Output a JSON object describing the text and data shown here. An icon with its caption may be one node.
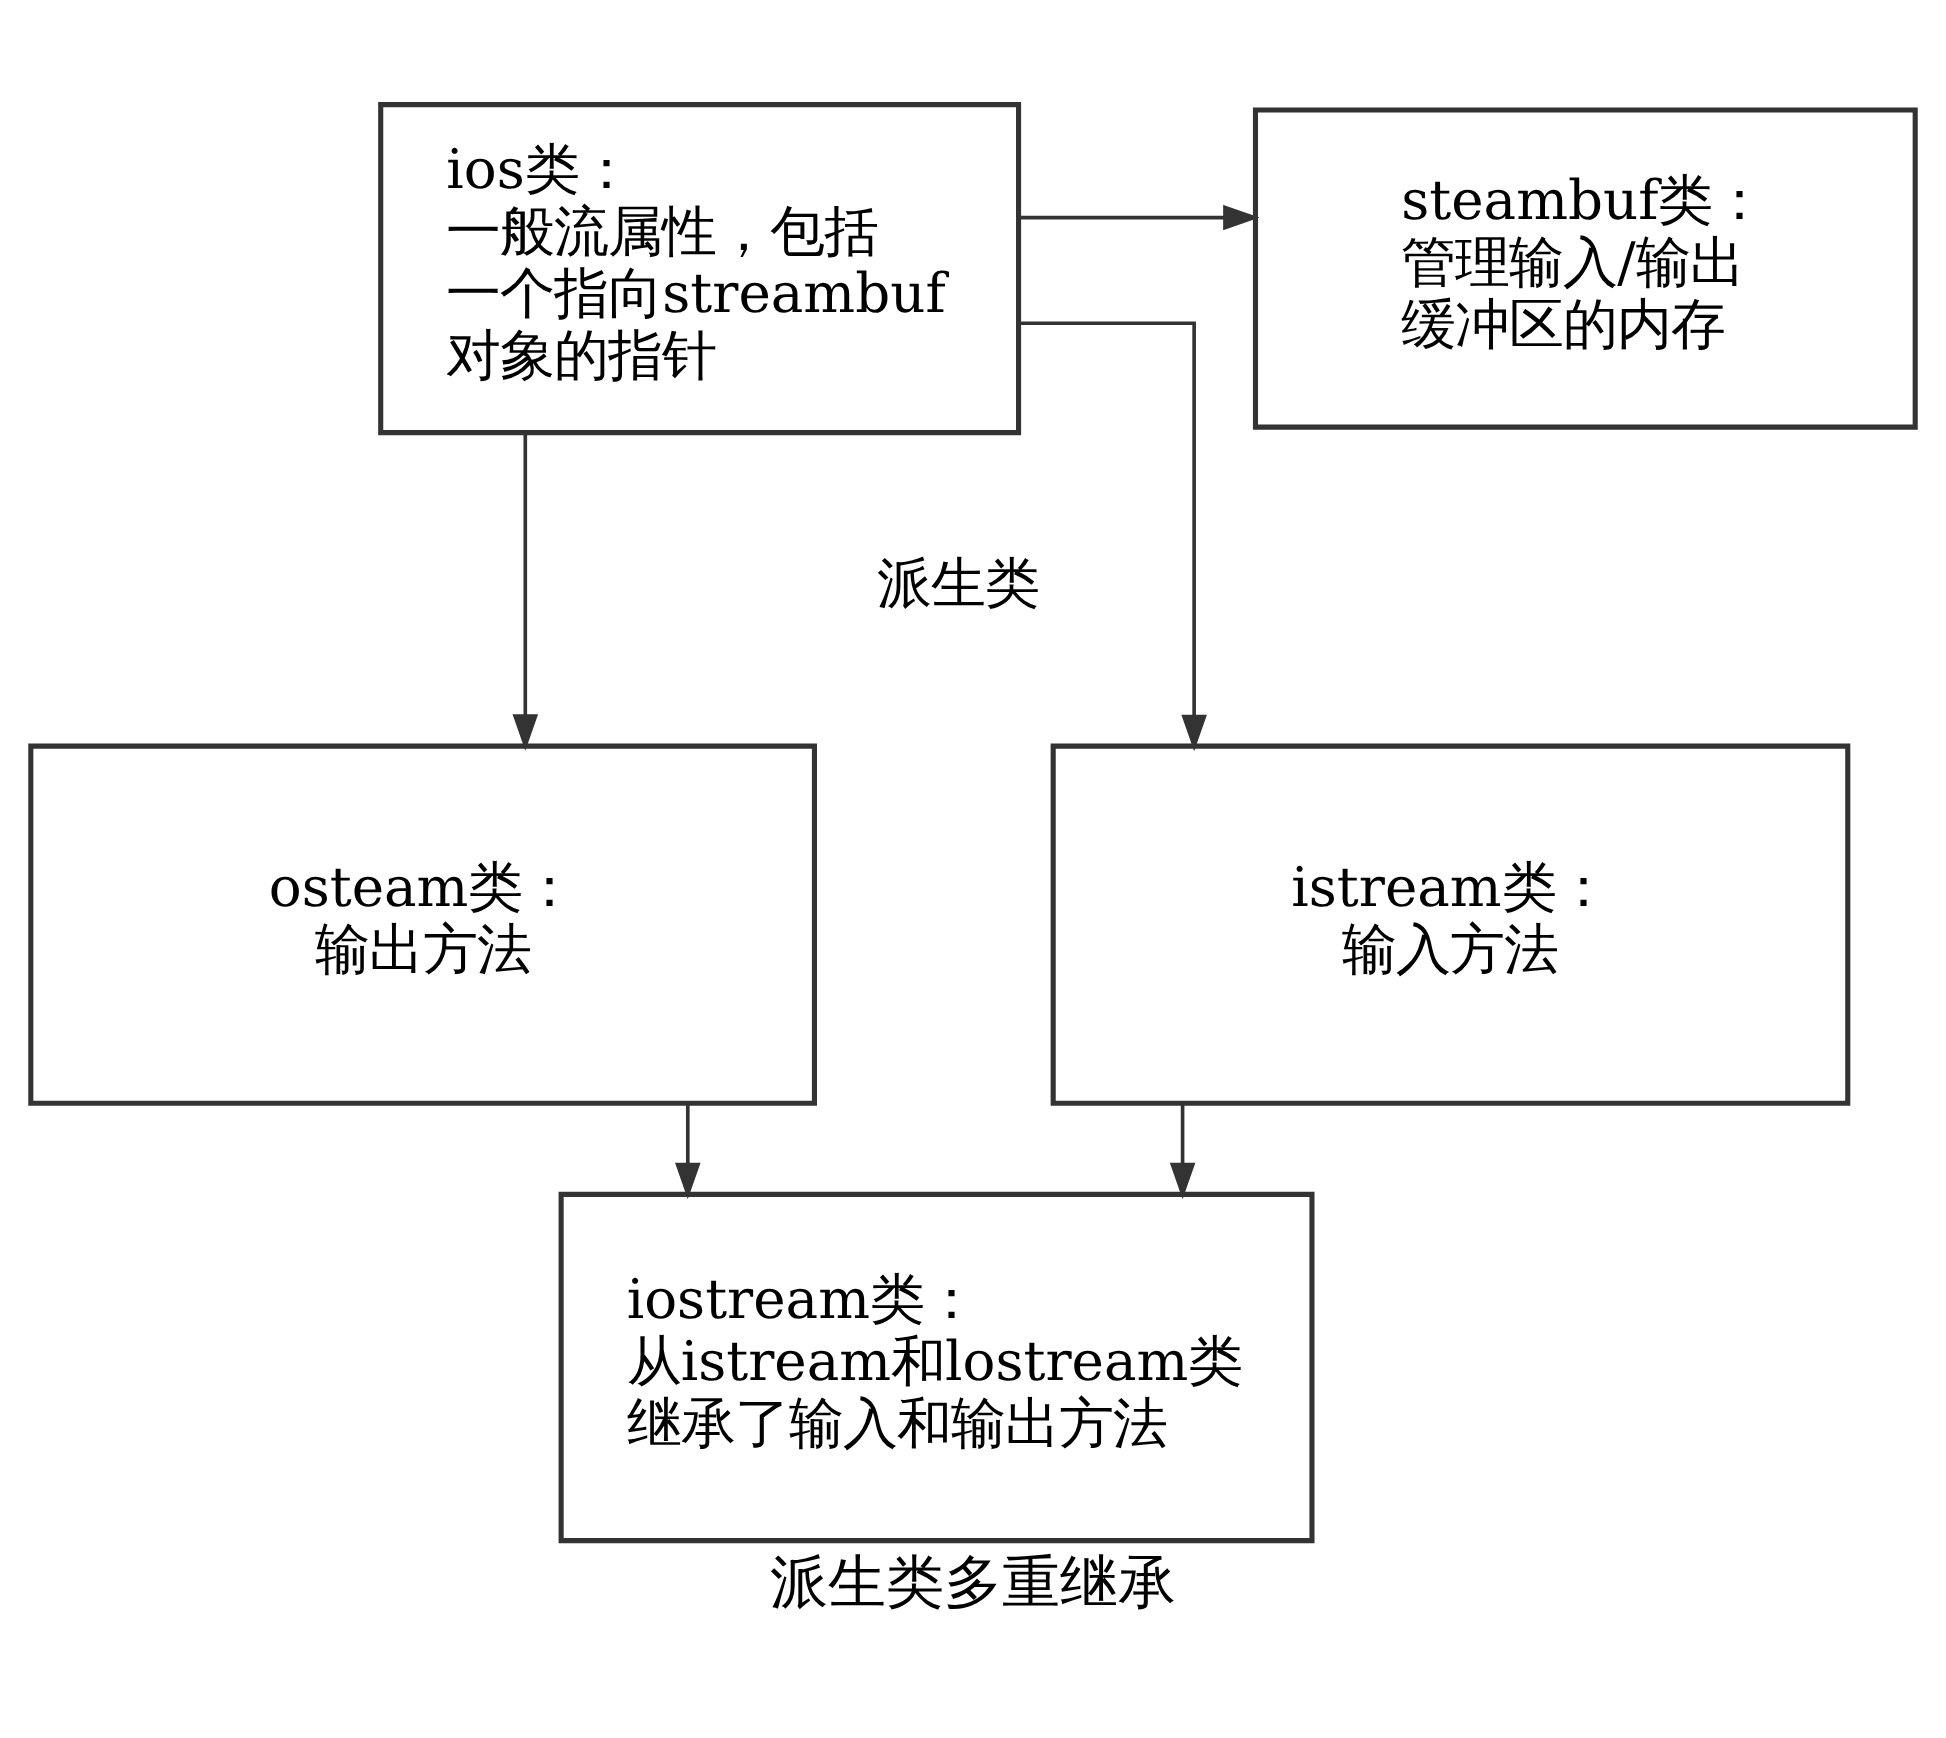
{
  "diagram": {
    "caption": "派生类多重继承",
    "nodes": [
      {
        "text": [
          "ios类：",
          "一般流属性，包括一个指向streambuf对象的指针"
        ]
      },
      {
        "text": [
          "steambuf类：",
          "管理输入/输出缓冲区的内存"
        ]
      },
      {
        "text": [
          "osteam类：",
          "输出方法"
        ]
      },
      {
        "text": [
          "istream类：",
          "输入方法"
        ]
      },
      {
        "text": [
          "iostream类：",
          "从istream和lostream类继承了输入和输出方法"
        ]
      }
    ],
    "edges": [
      {
        "from": 0,
        "to": 1,
        "arrow": "to"
      },
      {
        "from": 0,
        "to": 2,
        "arrow": "to"
      },
      {
        "from": 0,
        "to": 3,
        "arrow": "to"
      },
      {
        "from": 2,
        "to": 4,
        "arrow": "to"
      },
      {
        "from": 3,
        "to": 4,
        "arrow": "to"
      }
    ],
    "labels": [
      "派生类"
    ]
  }
}
